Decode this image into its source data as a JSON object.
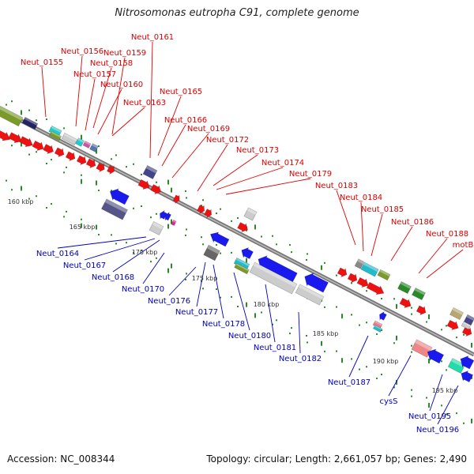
{
  "title": "Nitrosomonas eutropha C91, complete genome",
  "footer": {
    "accession": "Accession: NC_008344",
    "topology": "Topology: circular; Length: 2,661,057 bp; Genes: 2,490"
  },
  "colors": {
    "forward_gene": "#ee1111",
    "reverse_gene": "#1a1aee",
    "backbone": "#888888",
    "gc_dots": "#2a8a2a",
    "forward_label": "#dd0000",
    "reverse_label": "#0000bb"
  },
  "scale": [
    "160 kbp",
    "165 kbp",
    "170 kbp",
    "175 kbp",
    "180 kbp",
    "185 kbp",
    "190 kbp",
    "195 kbp"
  ],
  "forward_labels": [
    "Neut_0161",
    "Neut_0156",
    "Neut_0159",
    "Neut_0155",
    "Neut_0158",
    "Neut_0157",
    "Neut_0160",
    "Neut_0163",
    "Neut_0165",
    "Neut_0166",
    "Neut_0169",
    "Neut_0172",
    "Neut_0173",
    "Neut_0174",
    "Neut_0179",
    "Neut_0183",
    "Neut_0184",
    "Neut_0185",
    "Neut_0186",
    "Neut_0188",
    "motB"
  ],
  "reverse_labels": [
    "Neut_0164",
    "Neut_0167",
    "Neut_0168",
    "Neut_0170",
    "Neut_0176",
    "Neut_0177",
    "Neut_0178",
    "Neut_0180",
    "Neut_0181",
    "Neut_0182",
    "Neut_0187",
    "cysS",
    "Neut_0195",
    "Neut_0196"
  ]
}
